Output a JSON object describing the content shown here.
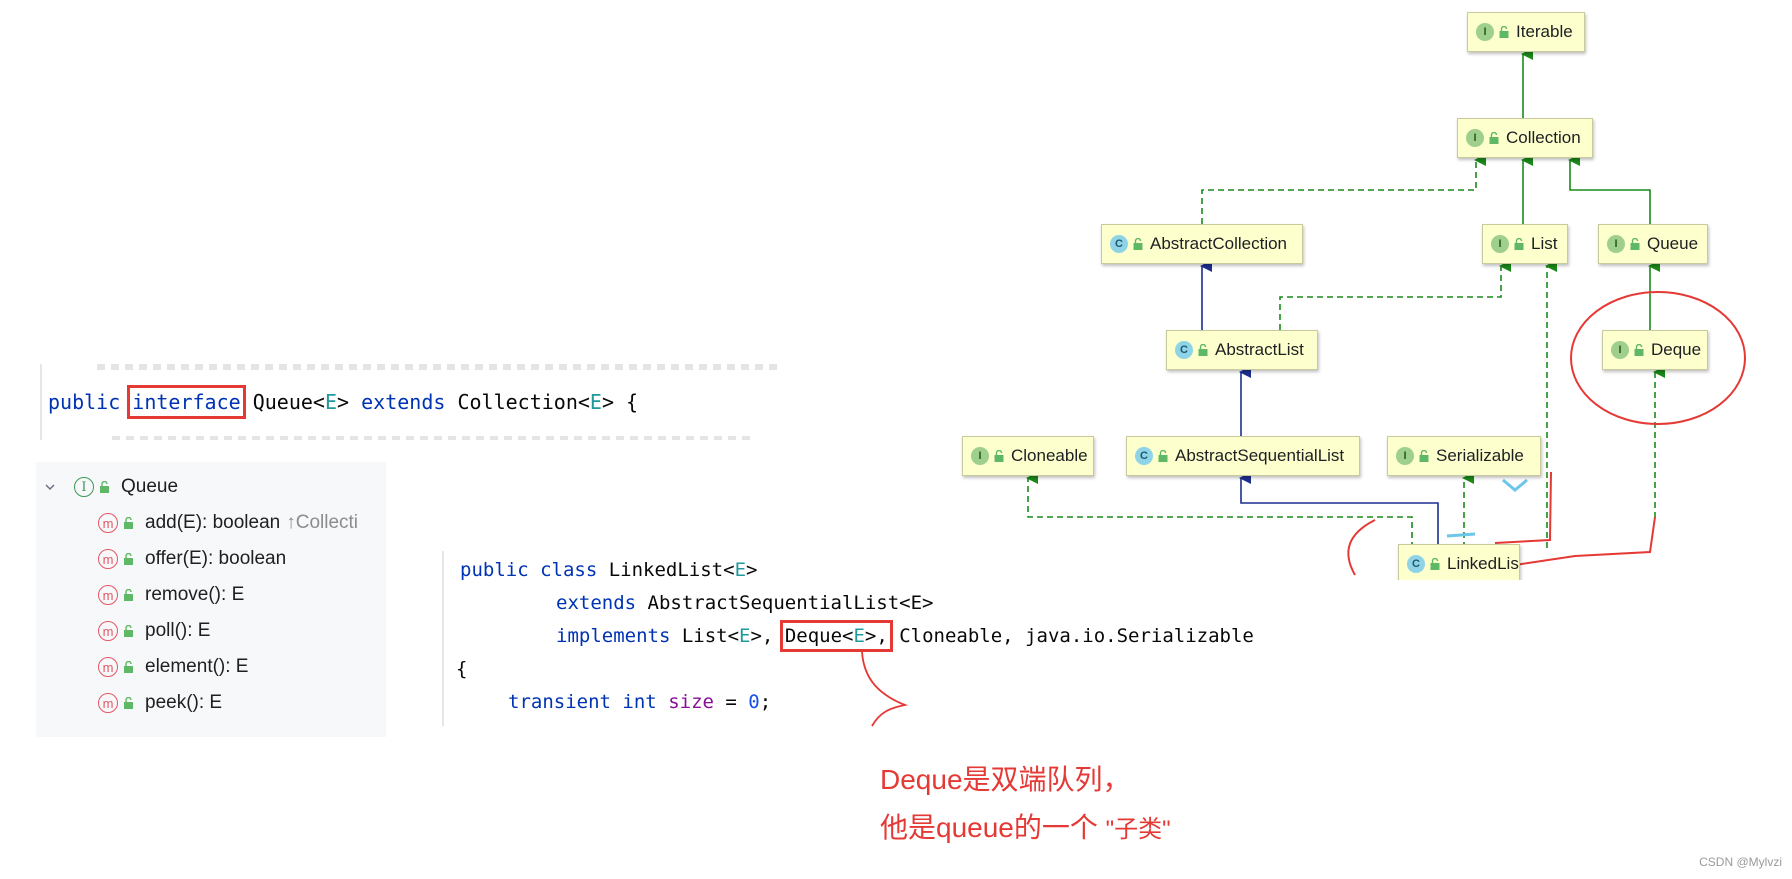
{
  "code1": {
    "public": "public",
    "interface": "interface",
    "rest_a": "Queue<",
    "e1": "E",
    "rest_b": "> ",
    "extends": "extends",
    "rest_c": " Collection<",
    "e2": "E",
    "rest_d": "> {"
  },
  "structure": {
    "root": "Queue",
    "members": [
      {
        "name": "add(E): boolean",
        "hint": "↑Collecti"
      },
      {
        "name": "offer(E): boolean",
        "hint": ""
      },
      {
        "name": "remove(): E",
        "hint": ""
      },
      {
        "name": "poll(): E",
        "hint": ""
      },
      {
        "name": "element(): E",
        "hint": ""
      },
      {
        "name": "peek(): E",
        "hint": ""
      }
    ]
  },
  "code2": {
    "l1_public": "public",
    "l1_class": "class",
    "l1_name": " LinkedList<",
    "l1_e": "E",
    "l1_end": ">",
    "l2_extends": "extends",
    "l2_rest": " AbstractSequentialList<E>",
    "l3_implements": "implements",
    "l3_a": " List<",
    "l3_e": "E",
    "l3_b": ">, ",
    "l3_deque": "Deque<",
    "l3_deque_e": "E",
    "l3_deque_end": ">,",
    "l3_c": " Cloneable, java.io.Serializable",
    "l4": "{",
    "l5_transient": "transient",
    "l5_int": "int",
    "l5_size": "size",
    "l5_eq": " = ",
    "l5_zero": "0",
    "l5_semi": ";"
  },
  "diagram": {
    "nodes": {
      "iterable": {
        "label": "Iterable",
        "kind": "I"
      },
      "collection": {
        "label": "Collection",
        "kind": "I"
      },
      "abstract_collection": {
        "label": "AbstractCollection",
        "kind": "C"
      },
      "list": {
        "label": "List",
        "kind": "I"
      },
      "queue": {
        "label": "Queue",
        "kind": "I"
      },
      "abstract_list": {
        "label": "AbstractList",
        "kind": "C"
      },
      "deque": {
        "label": "Deque",
        "kind": "I"
      },
      "cloneable": {
        "label": "Cloneable",
        "kind": "I"
      },
      "abstract_sequential_list": {
        "label": "AbstractSequentialList",
        "kind": "C"
      },
      "serializable": {
        "label": "Serializable",
        "kind": "I"
      },
      "linked_list": {
        "label": "LinkedList",
        "kind": "C"
      }
    },
    "colors": {
      "extends_interface": "#1a8a1a",
      "extends_class": "#1c2f8f",
      "implements": "#1a8a1a",
      "highlight": "#e53935",
      "node_fill": "#fdffcd"
    }
  },
  "annotation": {
    "line1": "Deque是双端队列，",
    "line2_a": "他是queue的一个",
    "line2_b": "\"子类\""
  },
  "watermark": "CSDN @Mylvzi"
}
